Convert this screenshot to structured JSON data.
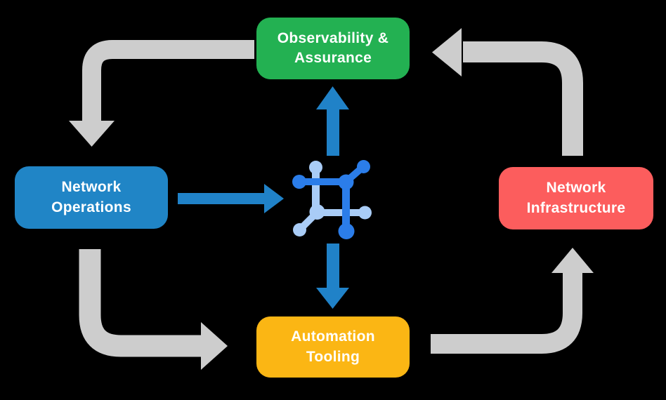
{
  "diagram": {
    "background": "#000000",
    "colors": {
      "cycle_arrow": "#cdcdcd",
      "flow_arrow": "#2082c8",
      "node_text": "#ffffff"
    },
    "center_icon": {
      "name": "network-fabric-icon",
      "colors": {
        "dark": "#2b7de9",
        "light": "#a9ccf6"
      }
    },
    "nodes": [
      {
        "id": "observability-assurance",
        "lines": [
          "Observability &",
          "Assurance"
        ],
        "color": "#23b152"
      },
      {
        "id": "network-operations",
        "lines": [
          "Network",
          "Operations"
        ],
        "color": "#2085c6"
      },
      {
        "id": "network-infrastructure",
        "lines": [
          "Network",
          "Infrastructure"
        ],
        "color": "#fc5d5d"
      },
      {
        "id": "automation-tooling",
        "lines": [
          "Automation",
          "Tooling"
        ],
        "color": "#fbb614"
      }
    ]
  }
}
